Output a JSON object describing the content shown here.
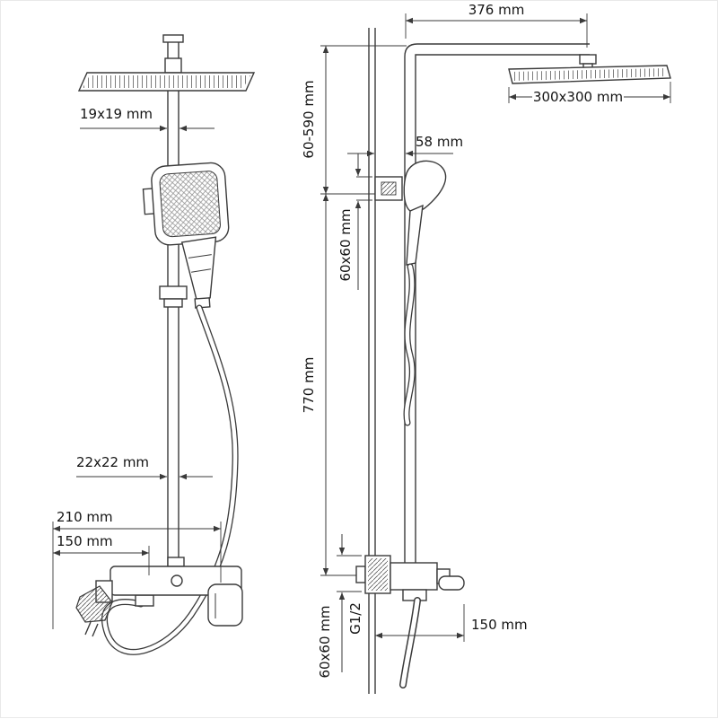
{
  "colors": {
    "line": "#3a3a3a",
    "text": "#141414",
    "background": "#ffffff"
  },
  "front_view": {
    "dim_upper_pipe": "19x19 mm",
    "dim_lower_pipe": "22x22 mm",
    "dim_overall_width": "210 mm",
    "dim_inlet_spacing": "150 mm"
  },
  "side_view": {
    "dim_arm_reach": "376 mm",
    "dim_head_size": "300x300 mm",
    "dim_height_range": "60-590 mm",
    "dim_wall_offset": "58 mm",
    "dim_holder_plate": "60x60 mm",
    "dim_column_height": "770 mm",
    "dim_thread": "G1/2",
    "dim_escutcheon": "60x60 mm",
    "dim_spout_reach": "150 mm"
  }
}
